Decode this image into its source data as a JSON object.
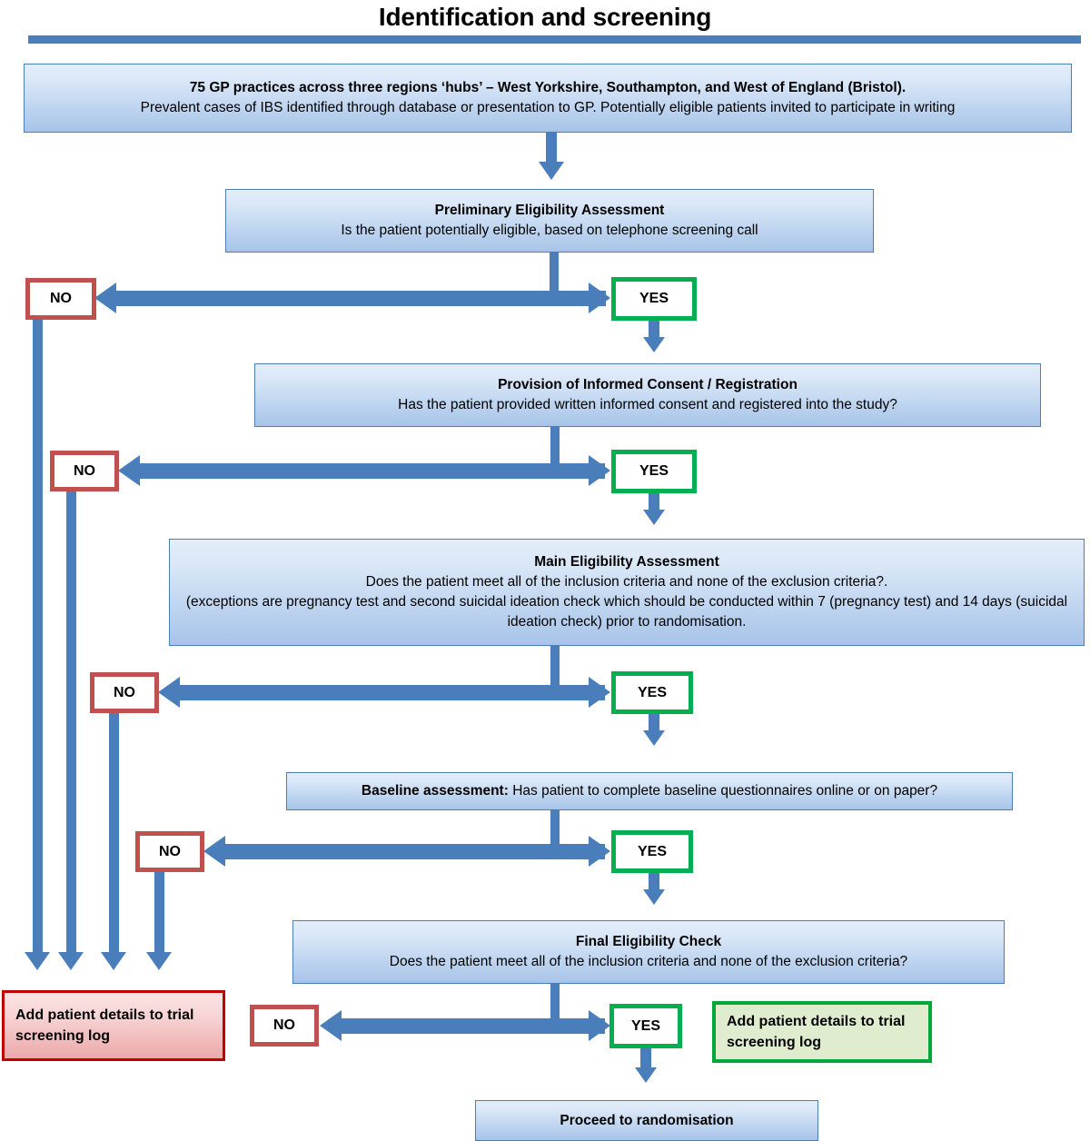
{
  "header": {
    "title": "Identification and screening"
  },
  "labels": {
    "yes": "YES",
    "no": "NO"
  },
  "nodes": {
    "recruitment": {
      "line1": "75 GP practices across three regions ‘hubs’ – West Yorkshire, Southampton, and West of England (Bristol).",
      "line2": "Prevalent cases of IBS identified through database or presentation to GP. Potentially eligible patients invited to participate in writing"
    },
    "preliminary": {
      "line1": "Preliminary Eligibility Assessment",
      "line2": "Is the patient potentially eligible, based on telephone screening call"
    },
    "consent": {
      "line1": "Provision of Informed Consent / Registration",
      "line2": "Has the patient provided written informed consent  and registered into the study?"
    },
    "main_eligibility": {
      "line1": "Main Eligibility Assessment",
      "line2": "Does the patient meet all of the inclusion criteria and none of the exclusion criteria?.",
      "line3": "(exceptions are pregnancy test and second suicidal ideation check which should be conducted within 7 (pregnancy test) and 14 days (suicidal ideation check) prior to randomisation."
    },
    "baseline": {
      "bold": "Baseline assessment:",
      "rest": " Has patient to complete baseline questionnaires online or on paper?"
    },
    "final_check": {
      "line1": "Final Eligibility Check",
      "line2": "Does the patient meet all of the inclusion criteria and none of the exclusion criteria?"
    },
    "screening_log_excluded": {
      "line1": "Add patient details to",
      "line2": "trial screening log"
    },
    "screening_log_included": {
      "line1": "Add patient details to",
      "line2": "trial screening log"
    },
    "randomisation": {
      "line1": "Proceed to randomisation"
    }
  },
  "colors": {
    "accent_blue": "#4a7ebb",
    "box_fill_top": "#e3edfa",
    "box_fill_bottom": "#a7c4e8",
    "no_border": "#c0504d",
    "yes_border": "#00b050",
    "excluded_border": "#c00000",
    "excluded_fill": "#f7d4d4",
    "included_border": "#00a83c",
    "included_fill": "#dfeccd"
  }
}
